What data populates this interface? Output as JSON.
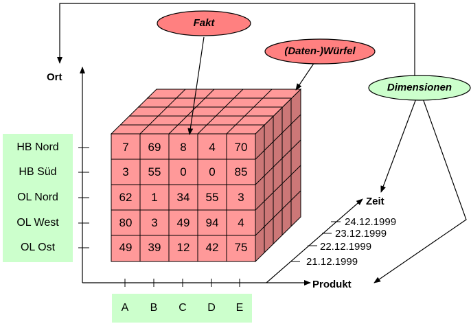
{
  "axes": {
    "vertical_label": "Ort",
    "horizontal_label": "Produkt",
    "depth_label": "Zeit"
  },
  "callouts": {
    "fact": "Fakt",
    "cube": "(Daten-)Würfel",
    "dimensions": "Dimensionen"
  },
  "locations": [
    "HB Nord",
    "HB Süd",
    "OL Nord",
    "OL West",
    "OL Ost"
  ],
  "products": [
    "A",
    "B",
    "C",
    "D",
    "E"
  ],
  "dates": [
    "24.12.1999",
    "23.12.1999",
    "22.12.1999",
    "21.12.1999"
  ],
  "cube_values": [
    [
      7,
      69,
      8,
      4,
      70
    ],
    [
      3,
      55,
      0,
      0,
      85
    ],
    [
      62,
      1,
      34,
      55,
      3
    ],
    [
      80,
      3,
      49,
      94,
      4
    ],
    [
      49,
      39,
      12,
      42,
      75
    ]
  ],
  "colors": {
    "cube_front": "#ff9999",
    "cube_top": "#ff9999",
    "cube_side": "#cc7777",
    "fact_bubble": "#ff8080",
    "cube_bubble": "#ff8080",
    "dimensions_bubble": "#ccffcc",
    "label_panels": "#ccffcc"
  }
}
